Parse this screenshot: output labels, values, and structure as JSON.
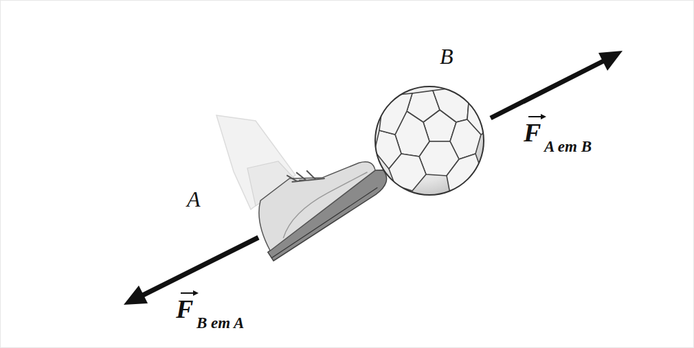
{
  "diagram": {
    "labels": [
      "B",
      "A",
      "F",
      "A em B",
      "F",
      "B em A"
    ]
  }
}
